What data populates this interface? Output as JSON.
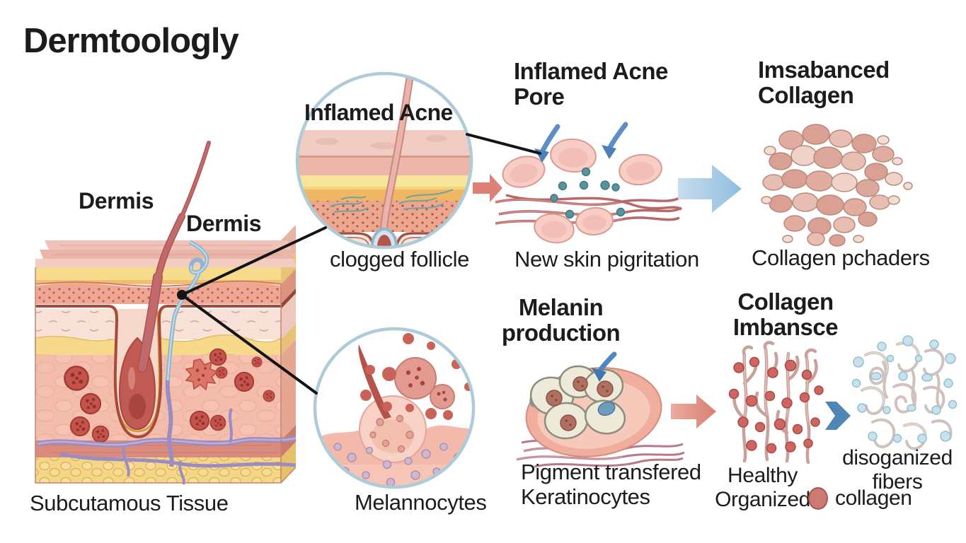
{
  "title": "Dermtoologly",
  "colors": {
    "background": "#ffffff",
    "text": "#1c1c1c",
    "circle_border": "#aecbd8",
    "arrow_pink": "#dd8177",
    "arrow_blue_light": "#9cc4e0",
    "arrow_blue_dark": "#4f86b5",
    "pointer_line": "#141414",
    "skin_pink": "#f4bcab",
    "fat_yellow": "#f5d686",
    "berry_red": "#c5534c",
    "vessel_purple": "#9c8cc4",
    "vessel_blue": "#8fb6cf"
  },
  "skin_block": {
    "label_dermis_upper": "Dermis",
    "label_dermis_lower": "Dermis",
    "caption": "Subcutamous Tissue"
  },
  "inflamed_acne_inset": {
    "title": "Inflamed Acne",
    "caption": "clogged follicle"
  },
  "melanocytes_inset": {
    "caption": "Melannocytes"
  },
  "acne_pore": {
    "heading": "Inflamed Acne\nPore",
    "caption": "New skin pigritation"
  },
  "imbalanced_collagen": {
    "heading": "Imsabanced\nCollagen",
    "caption": "Collagen pchaders"
  },
  "melanin_production": {
    "heading": "Melanin\nproduction",
    "caption": "Pigment transfered\nKeratinocytes"
  },
  "collagen_imbalance": {
    "heading": "Collagen\nImbansce",
    "healthy_label": "Healthy\nOrganized",
    "disorganized_label": "disoganized\nfibers",
    "legend_collagen": "collagen"
  }
}
